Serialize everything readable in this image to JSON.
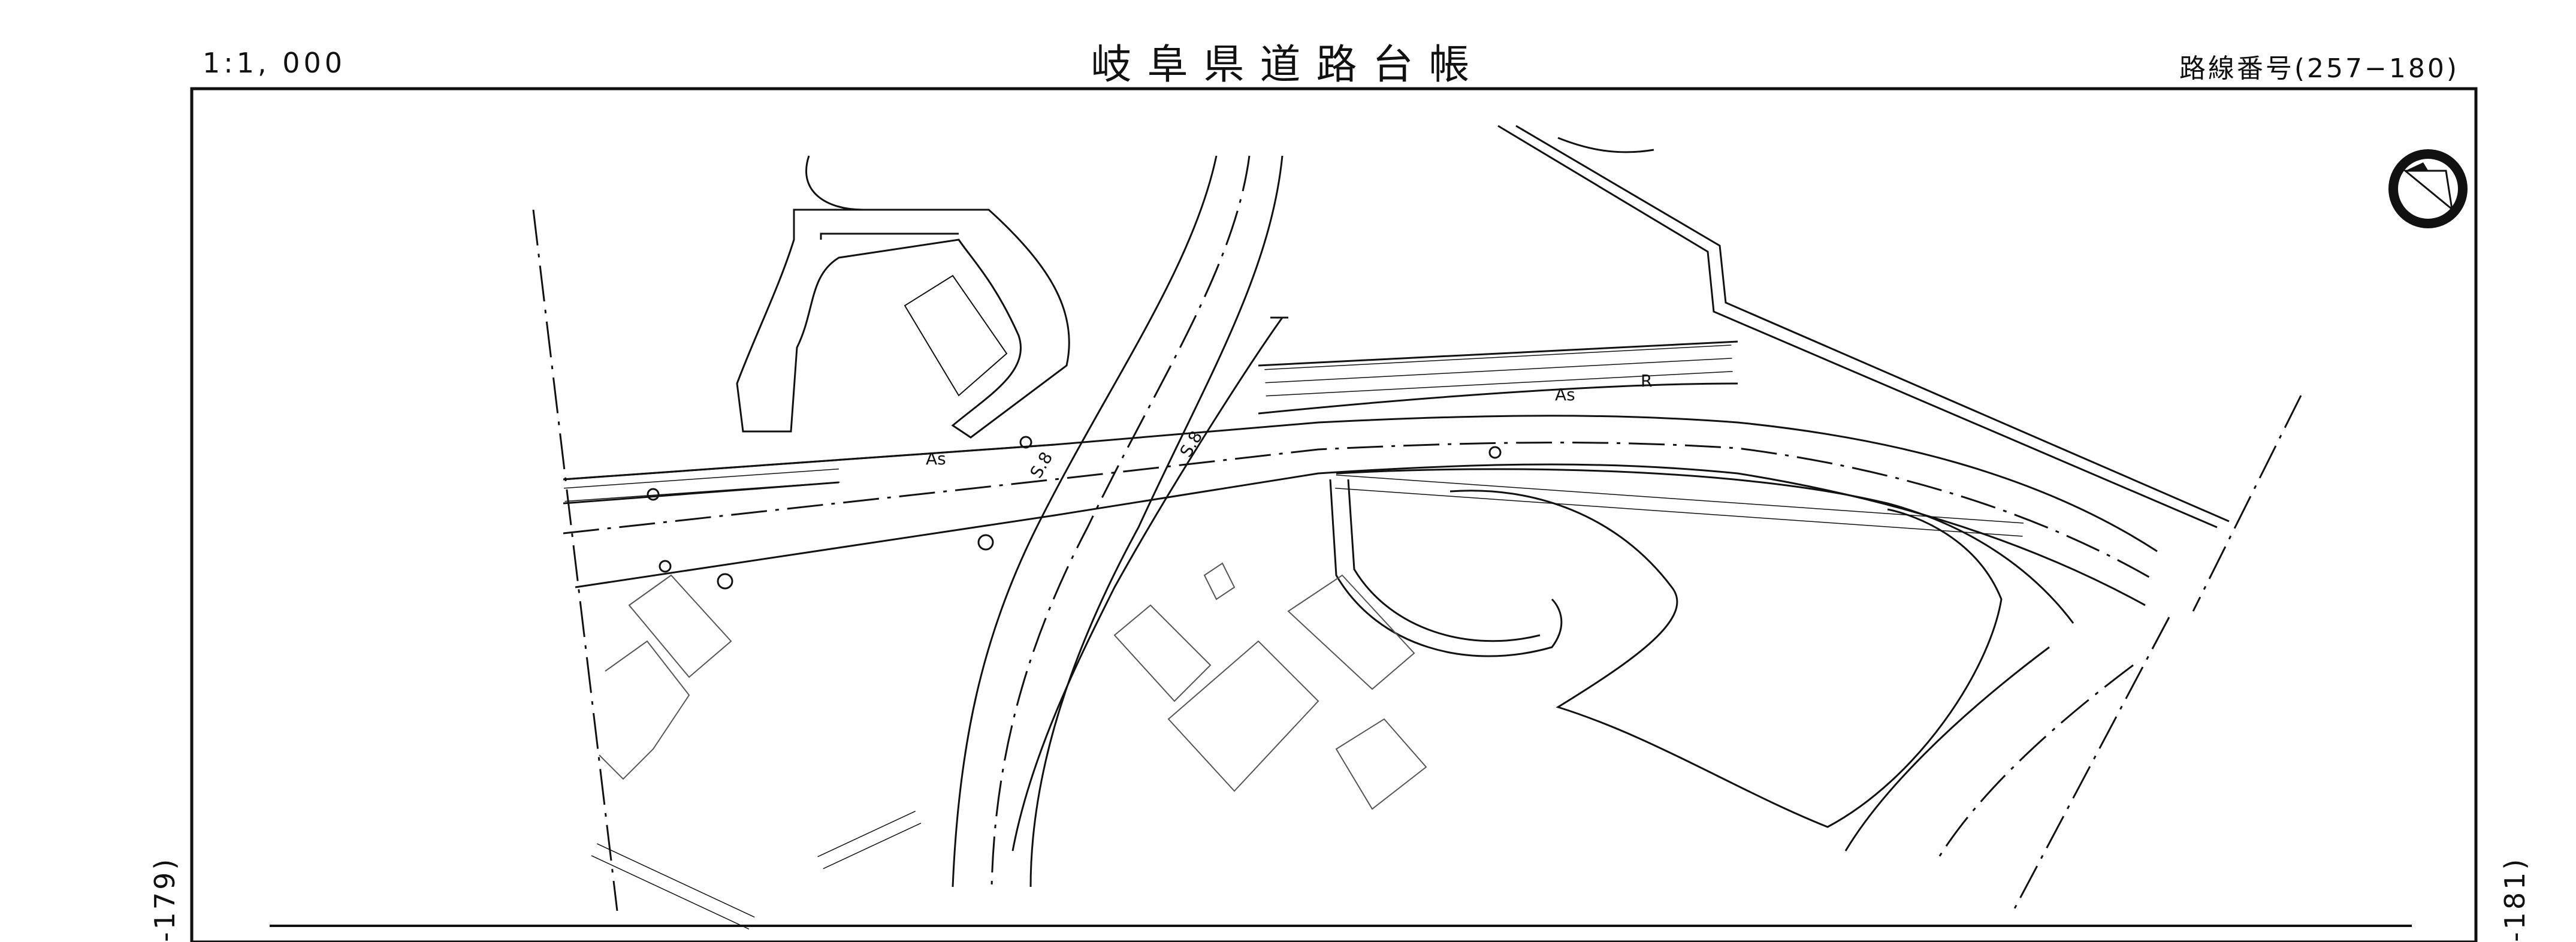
{
  "header": {
    "scale": "1:1, 000",
    "title": "岐阜県道路台帳",
    "route_number": "路線番号(257−180)"
  },
  "side_labels": {
    "left": "-179)",
    "right": "-181)"
  },
  "map": {
    "surface_labels": [
      "As",
      "As"
    ],
    "slope_labels": [
      "S.8",
      "S.8"
    ],
    "marker_label": "R",
    "icons": [
      "north-arrow-icon",
      "utility-pole-icon",
      "manhole-icon"
    ]
  },
  "colors": {
    "ink": "#111111",
    "paper": "#ffffff"
  }
}
